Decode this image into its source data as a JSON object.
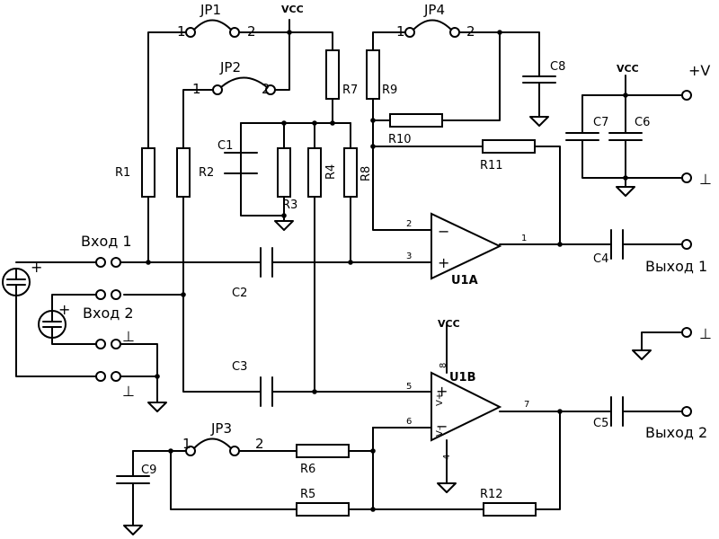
{
  "labels": {
    "jp1": "JP1",
    "jp2": "JP2",
    "jp3": "JP3",
    "jp4": "JP4",
    "one": "1",
    "two": "2",
    "vcc": "VCC",
    "plus_v": "+V",
    "ground_sym": "⊥",
    "r1": "R1",
    "r2": "R2",
    "r3": "R3",
    "r4": "R4",
    "r5": "R5",
    "r6": "R6",
    "r7": "R7",
    "r8": "R8",
    "r9": "R9",
    "r10": "R10",
    "r11": "R11",
    "r12": "R12",
    "c1": "C1",
    "c2": "C2",
    "c3": "C3",
    "c4": "C4",
    "c5": "C5",
    "c6": "C6",
    "c7": "C7",
    "c8": "C8",
    "c9": "C9",
    "u1a": "U1A",
    "u1b": "U1B",
    "vplus": "V+",
    "vminus": "V–",
    "in1": "Вход 1",
    "in2": "Вход 2",
    "out1": "Выход 1",
    "out2": "Выход 2",
    "pin1": "1",
    "pin2": "2",
    "pin3": "3",
    "pin4": "4",
    "pin5": "5",
    "pin6": "6",
    "pin7": "7",
    "pin8": "8",
    "plus": "+",
    "minus": "−"
  }
}
